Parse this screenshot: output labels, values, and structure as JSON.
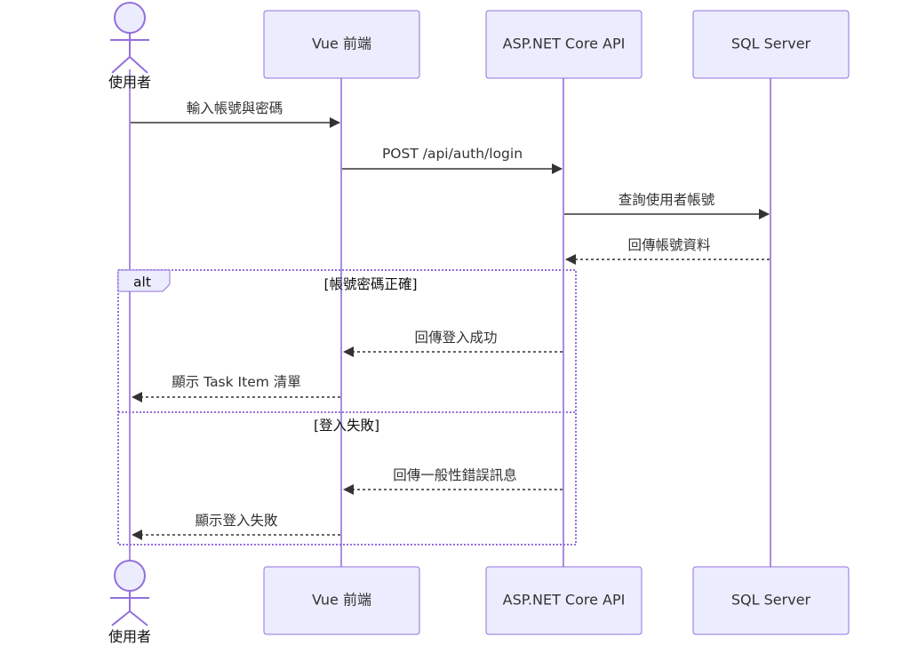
{
  "participants": [
    {
      "label": "使用者",
      "kind": "actor"
    },
    {
      "label": "Vue 前端",
      "kind": "box"
    },
    {
      "label": "ASP.NET Core API",
      "kind": "box"
    },
    {
      "label": "SQL Server",
      "kind": "box"
    }
  ],
  "messages": [
    {
      "from": 0,
      "to": 1,
      "text": "輸入帳號與密碼",
      "style": "solid"
    },
    {
      "from": 1,
      "to": 2,
      "text": "POST /api/auth/login",
      "style": "solid"
    },
    {
      "from": 2,
      "to": 3,
      "text": "查詢使用者帳號",
      "style": "solid"
    },
    {
      "from": 3,
      "to": 2,
      "text": "回傳帳號資料",
      "style": "dotted"
    },
    {
      "from": 2,
      "to": 1,
      "text": "回傳登入成功",
      "style": "dotted"
    },
    {
      "from": 1,
      "to": 0,
      "text": "顯示 Task Item 清單",
      "style": "dotted"
    },
    {
      "from": 2,
      "to": 1,
      "text": "回傳一般性錯誤訊息",
      "style": "dotted"
    },
    {
      "from": 1,
      "to": 0,
      "text": "顯示登入失敗",
      "style": "dotted"
    }
  ],
  "alt_block": {
    "tag": "alt",
    "conditions": [
      "[帳號密碼正確]",
      "[登入失敗]"
    ]
  },
  "colors": {
    "participant_fill": "#ECECFF",
    "participant_border": "#9370DB",
    "lifeline": "#9370DB",
    "message": "#333333"
  }
}
